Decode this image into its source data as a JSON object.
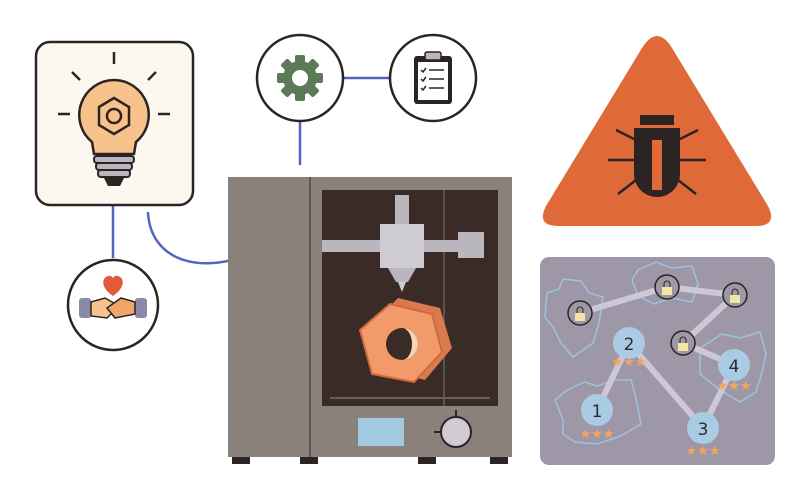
{
  "colors": {
    "accent_blue": "#5563c1",
    "warning_orange": "#e0693a",
    "bulb_peach": "#f8c28c",
    "gear_green": "#5d7a58",
    "printer_gray": "#8b817b",
    "map_bg": "#9e97a8",
    "node_blue": "#a9cbe3",
    "star": "#f5a65b"
  },
  "icons": [
    "lightbulb-icon",
    "gear-icon",
    "clipboard-checklist-icon",
    "handshake-heart-icon",
    "bug-warning-icon",
    "3d-printer",
    "hex-nut",
    "lock-icon"
  ],
  "level_map": {
    "levels": [
      "1",
      "2",
      "3",
      "4"
    ]
  }
}
